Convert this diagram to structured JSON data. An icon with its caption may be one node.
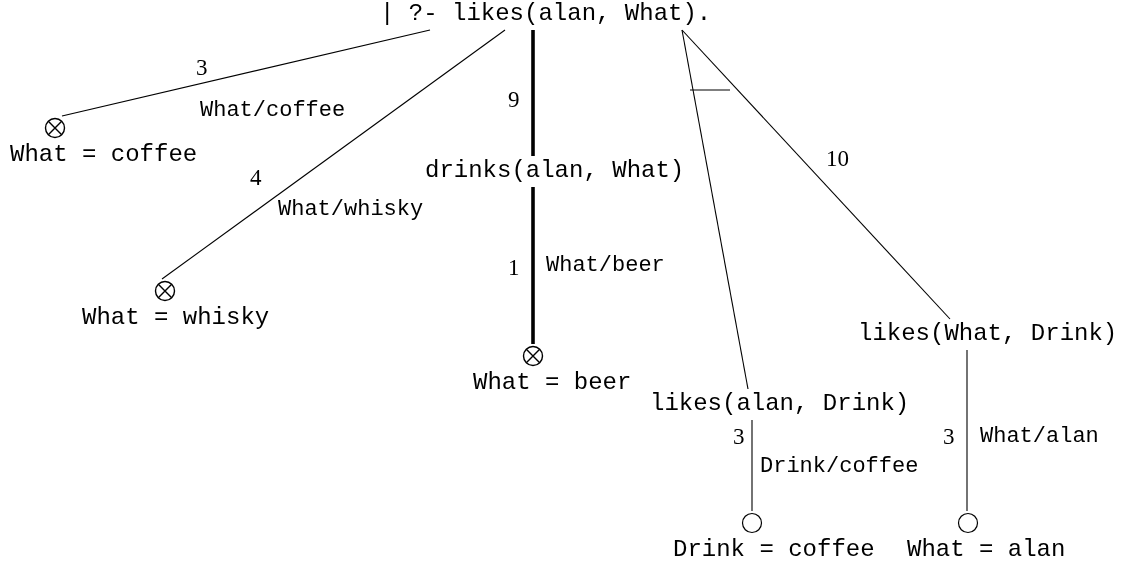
{
  "diagram": {
    "nodes": [
      {
        "text": [
          "| ?- likes(alan, What)."
        ]
      },
      {
        "text": [
          "What = coffee"
        ]
      },
      {
        "text": [
          "What = whisky"
        ]
      },
      {
        "text": [
          "drinks(alan, What)"
        ]
      },
      {
        "text": [
          "What = beer"
        ]
      },
      {
        "text": [
          "likes(alan, Drink)"
        ]
      },
      {
        "text": [
          "likes(What, Drink)"
        ]
      },
      {
        "text": [
          "Drink = coffee"
        ]
      },
      {
        "text": [
          "What = alan"
        ]
      }
    ],
    "edges": [
      {
        "from": 0,
        "to": 1,
        "arrow": "none",
        "label": "3"
      },
      {
        "from": 0,
        "to": 2,
        "arrow": "none",
        "label": "4"
      },
      {
        "from": 0,
        "to": 3,
        "arrow": "none",
        "label": "9",
        "style": "thick"
      },
      {
        "from": 3,
        "to": 4,
        "arrow": "none",
        "label": "1",
        "style": "thick"
      },
      {
        "from": 0,
        "to": 5,
        "arrow": "none"
      },
      {
        "from": 0,
        "to": 6,
        "arrow": "none",
        "label": "10"
      },
      {
        "from": 5,
        "to": 7,
        "arrow": "none",
        "label": "3"
      },
      {
        "from": 6,
        "to": 8,
        "arrow": "none",
        "label": "3"
      }
    ],
    "labels": [
      "What/coffee",
      "What/whisky",
      "What/beer",
      "Drink/coffee",
      "What/alan"
    ]
  }
}
